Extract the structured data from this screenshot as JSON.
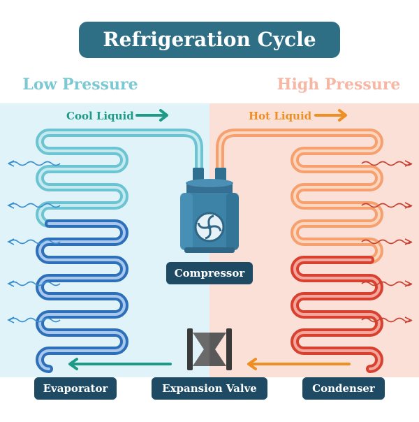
{
  "title": "Refrigeration Cycle",
  "sides": {
    "low": {
      "label": "Low Pressure"
    },
    "high": {
      "label": "High Pressure"
    }
  },
  "flows": {
    "cool_liquid": "Cool Liquid",
    "hot_liquid": "Hot Liquid"
  },
  "components": {
    "compressor": "Compressor",
    "evaporator": "Evaporator",
    "expansion_valve": "Expansion Valve",
    "condenser": "Condenser"
  },
  "colors": {
    "title_bg": "#2f6f86",
    "low_panel": "#dff3f9",
    "high_panel": "#fbe0d8",
    "low_text": "#7cc8d3",
    "high_text": "#f6b7a5",
    "cool_arrow": "#1e9a86",
    "hot_arrow": "#ee8f24",
    "label_bg": "#1f4a63",
    "compressor": "#3d83a8",
    "valve": "#555555"
  }
}
